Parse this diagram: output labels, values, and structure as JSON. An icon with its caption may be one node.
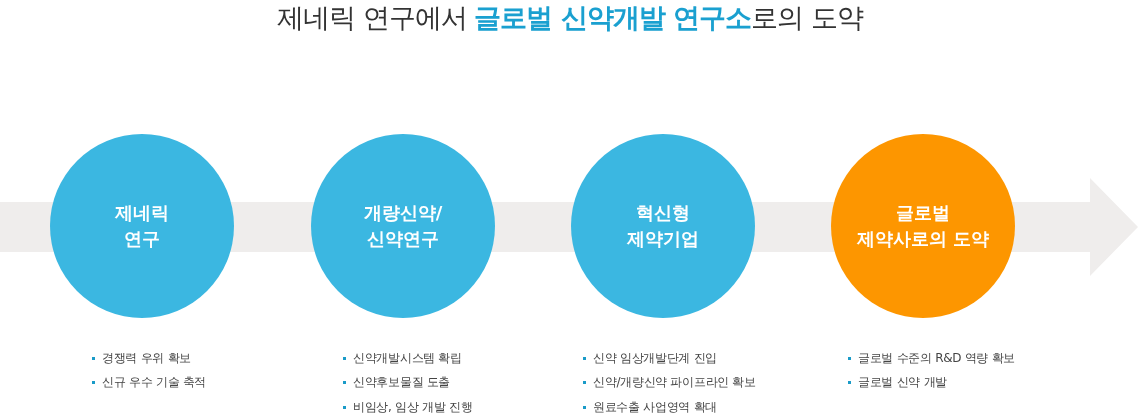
{
  "diagram": {
    "title": "제네릭 연구에서 **글로벌 신약개발 연구소**로의 도약",
    "nodes": [
      {
        "text": [
          "제네릭 연구"
        ],
        "beside": [
          "경쟁력 우위 확보",
          "신규 우수 기술 축적"
        ]
      },
      {
        "text": [
          "개량신약/ 신약연구"
        ],
        "beside": [
          "신약개발시스템 확립",
          "신약후보물질 도출",
          "비임상, 임상 개발 진행"
        ]
      },
      {
        "text": [
          "혁신형 제약기업"
        ],
        "beside": [
          "신약 임상개발단계 진입",
          "신약/개량신약 파이프라인 확보",
          "원료수출 사업영역 확대"
        ]
      },
      {
        "text": [
          "글로벌 제약사로의 도약"
        ],
        "beside": [
          "글로벌 수준의 R&D 역량 확보",
          "글로벌 신약 개발"
        ]
      }
    ]
  }
}
